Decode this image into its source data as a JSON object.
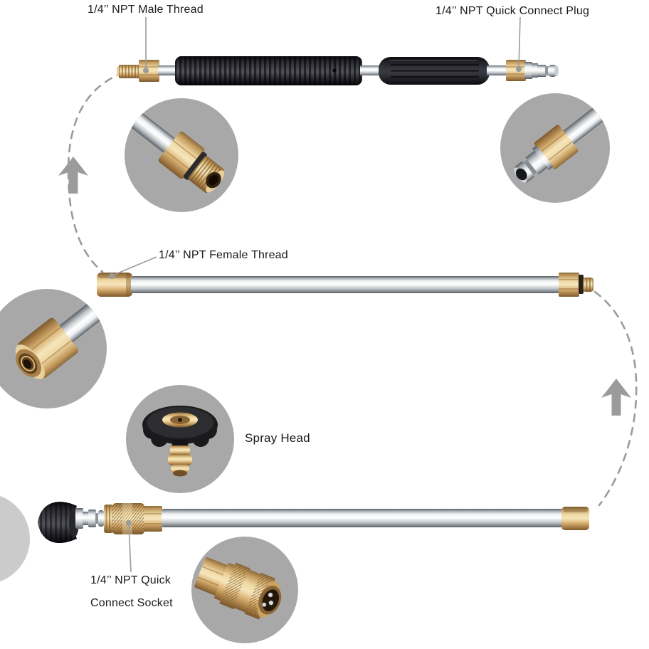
{
  "labels": {
    "male_thread": "1/4’’ NPT Male Thread",
    "quick_connect_plug": "1/4’’ NPT Quick Connect Plug",
    "female_thread": "1/4’’ NPT Female Thread",
    "spray_head": "Spray Head",
    "quick_connect_socket_line1": "1/4’’ NPT Quick",
    "quick_connect_socket_line2": "Connect Socket"
  },
  "colors": {
    "background": "#ffffff",
    "inset_circle_gray": "#a8a8a8",
    "faint_circle_gray": "#cbcbcb",
    "leader_line_gray": "#9b9b9b",
    "arrow_gray": "#9b9b9b",
    "label_text": "#1a1a1a",
    "brass_light": "#f6e6bc",
    "brass": "#c9a05e",
    "brass_dark": "#7c5a2e",
    "chrome_light": "#ffffff",
    "chrome_dark": "#565c61",
    "grip_black": "#1b1b1e"
  }
}
